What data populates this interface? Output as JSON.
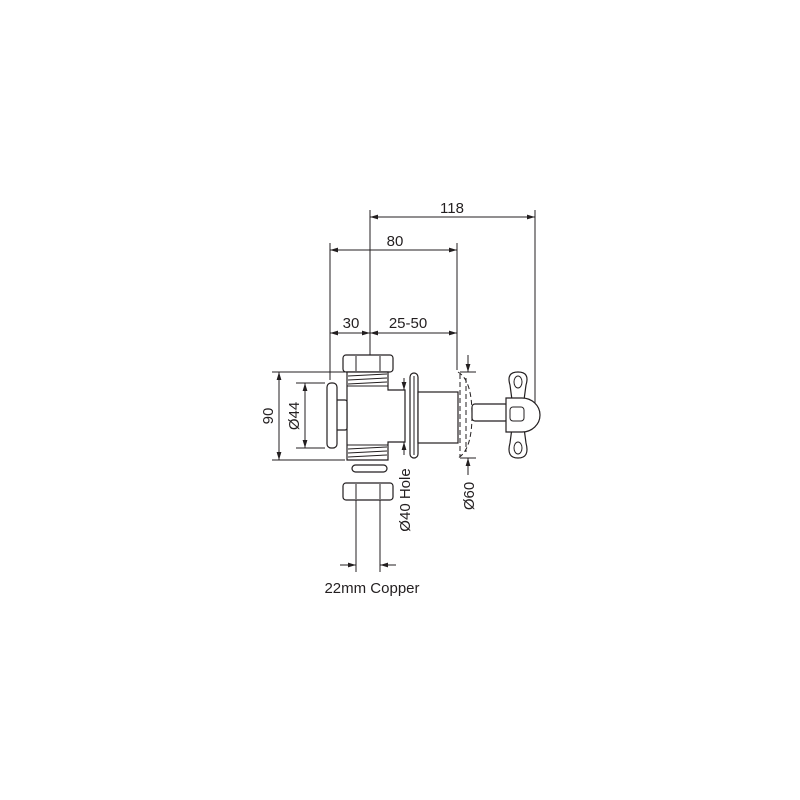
{
  "drawing": {
    "dimensions": {
      "overall_length": "118",
      "body_to_flange": "80",
      "inlet_offset": "30",
      "wall_range": "25-50",
      "height": "90",
      "inlet_diameter": "Ø44",
      "hole_diameter": "Ø40 Hole",
      "cover_diameter": "Ø60",
      "pipe": "22mm Copper"
    },
    "line_color": "#231f20"
  }
}
